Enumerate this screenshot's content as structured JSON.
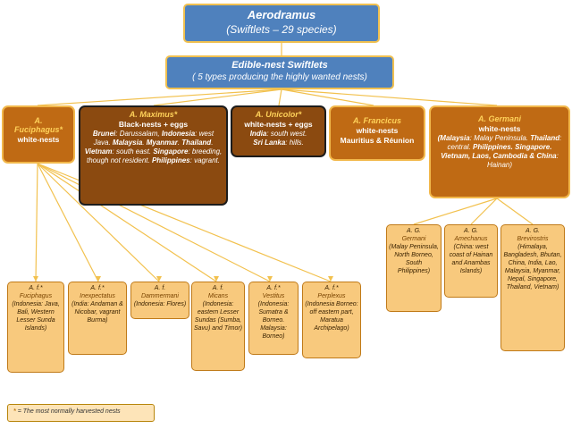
{
  "root": {
    "title": "Aerodramus",
    "subtitle": "(Swiftlets – 29 species)"
  },
  "edible": {
    "title": "Edible-nest Swiftlets",
    "subtitle": "( 5 types producing the highly wanted nests)"
  },
  "fuciphagus": {
    "name1": "A.",
    "name2": "Fuciphagus*",
    "nest": "white-nests"
  },
  "maximus": {
    "name": "A. Maximus*",
    "nest": "Black-nests + eggs",
    "d1": "Brunei",
    "d2": ": Darussalam, ",
    "d3": "Indonesia",
    "d4": ": west Java. ",
    "d5": "Malaysia",
    "d6": ". ",
    "d7": "Myanmar",
    "d8": ". ",
    "d9": "Thailand",
    "d10": ". ",
    "d11": "Vietnam",
    "d12": ": south east. ",
    "d13": "Singapore",
    "d14": ": breeding, though not resident. ",
    "d15": "Philippines",
    "d16": ": vagrant."
  },
  "unicolor": {
    "name": "A. Unicolor*",
    "nest": "white-nests + eggs",
    "d1": "India",
    "d2": ": south west.",
    "d3": "Sri Lanka",
    "d4": ": hills."
  },
  "francicus": {
    "name": "A. Francicus",
    "nest": "white-nests",
    "desc": "Mauritius & Réunion"
  },
  "germani": {
    "name": "A. Germani",
    "nest": "white-nests",
    "d1": "(Malaysia",
    "d2": ": Malay Peninsula. ",
    "d3": "Thailand",
    "d4": ": central. ",
    "d5": "Philippines. Singapore. Vietnam, Laos, Cambodia & China",
    "d6": ": Hainan)"
  },
  "fuci_subs": [
    {
      "name": "A. f.*",
      "sub": "Fuciphagus",
      "desc": "(Indonesia: Java, Bali, Western Lesser Sunda Islands)"
    },
    {
      "name": "A. f.*",
      "sub": "Inexpectatus",
      "desc": "(India: Andaman & Nicobar, vagrant Burma)"
    },
    {
      "name": "A. f.",
      "sub": "Dammermani",
      "desc": "(Indonesia: Flores)"
    },
    {
      "name": "A. f.",
      "sub": "Micans",
      "desc": "(Indonesia: eastern Lesser Sundas (Sumba, Savu) and Timor)"
    },
    {
      "name": "A. f.*",
      "sub": "Vestitus",
      "desc": "(Indonesia: Sumatra & Borneo. Malaysia: Borneo)"
    },
    {
      "name": "A. f.*",
      "sub": "Perplexus",
      "desc": "(Indonesia Borneo: off eastern part, Maratua Archipelago)"
    }
  ],
  "germani_subs": [
    {
      "name": "A. G.",
      "sub": "Germani",
      "desc": "(Malay Peninsula, North Borneo, South Philippines)"
    },
    {
      "name": "A. G.",
      "sub": "Amechanus",
      "desc": "(China: west coast of Hainan and Anambas Islands)"
    },
    {
      "name": "A. G.",
      "sub": "Brevirostris",
      "desc": "(Himalaya, Bangladesh, Bhutan, China, India, Lao, Malaysia, Myanmar, Nepal, Singapore, Thailand, Vietnam)"
    }
  ],
  "legend": {
    "star": "*",
    "text": "= The most normally harvested nests"
  },
  "colors": {
    "blue": "#4f81bd",
    "orange": "#bf6a14",
    "dark_brown": "#8b4a10",
    "tan": "#f8c97d",
    "connector": "#f2c14e"
  }
}
